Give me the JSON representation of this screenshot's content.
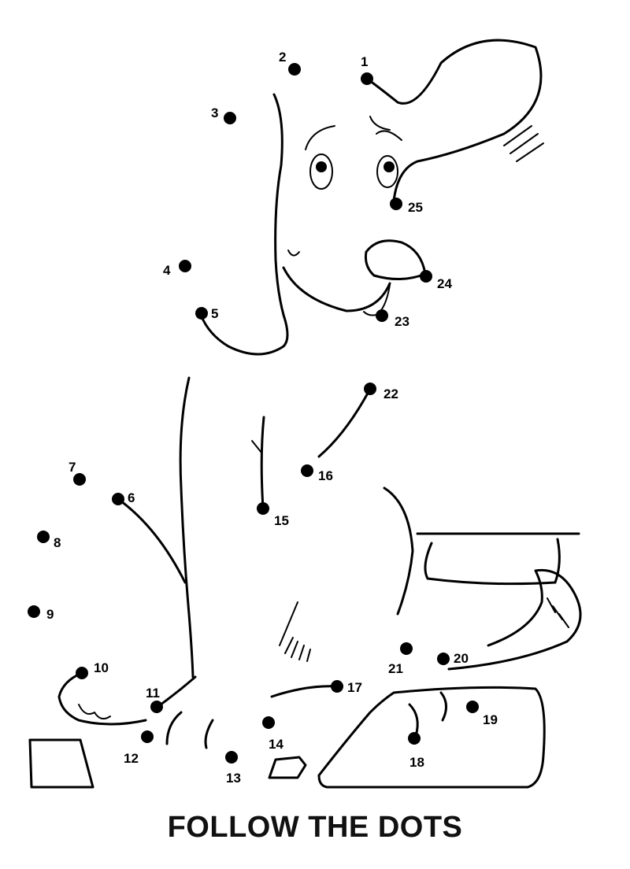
{
  "title": "FOLLOW THE DOTS",
  "dots": [
    {
      "label": "1"
    },
    {
      "label": "2"
    },
    {
      "label": "3"
    },
    {
      "label": "4"
    },
    {
      "label": "5"
    },
    {
      "label": "6"
    },
    {
      "label": "7"
    },
    {
      "label": "8"
    },
    {
      "label": "9"
    },
    {
      "label": "10"
    },
    {
      "label": "11"
    },
    {
      "label": "12"
    },
    {
      "label": "13"
    },
    {
      "label": "14"
    },
    {
      "label": "15"
    },
    {
      "label": "16"
    },
    {
      "label": "17"
    },
    {
      "label": "18"
    },
    {
      "label": "19"
    },
    {
      "label": "20"
    },
    {
      "label": "21"
    },
    {
      "label": "22"
    },
    {
      "label": "23"
    },
    {
      "label": "24"
    },
    {
      "label": "25"
    }
  ],
  "colors": {
    "ink": "#000000",
    "paper": "#ffffff"
  }
}
